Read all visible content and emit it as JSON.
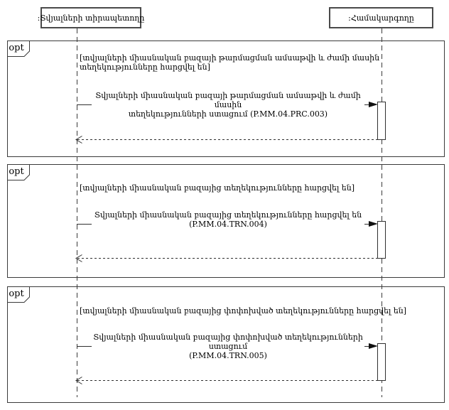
{
  "diagram": {
    "actors": [
      {
        "label": ":Տվյալների տիրապետողը"
      },
      {
        "label": ":Համակարգողը"
      }
    ],
    "fragments": [
      {
        "operator": "opt",
        "guard": "[տվյալների միասնական բազայի թարմացման ամսաթվի և ժամի մասին\nտեղեկությունները հարցվել են]",
        "message": "Տվյալների միասնական բազայի թարմացման ամսաթվի և ժամի մասին\nտեղեկությունների ստացում (P.MM.04.PRC.003)"
      },
      {
        "operator": "opt",
        "guard": "[տվյալների միասնական բազայից տեղեկությունները հարցվել են]",
        "message": "Տվյալների միասնական բազայից տեղեկությունները հարցվել են\n(P.MM.04.TRN.004)"
      },
      {
        "operator": "opt",
        "guard": "[տվյալների միասնական բազայից փոփոխված տեղեկությունները հարցվել են]",
        "message": "Տվյալների միասնական բազայից փոփոխված տեղեկությունների ստացում\n(P.MM.04.TRN.005)"
      }
    ],
    "colors": {
      "line": "#2f2f2f",
      "text": "#000000",
      "background": "#ffffff"
    }
  }
}
